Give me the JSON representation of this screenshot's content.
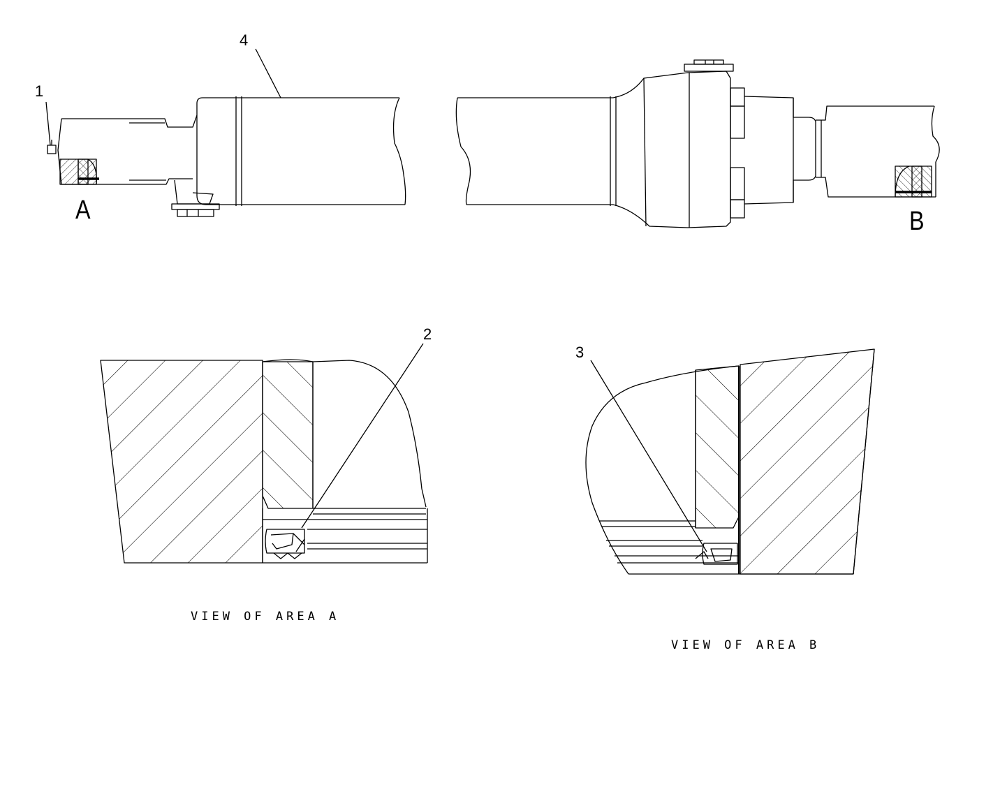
{
  "callouts": {
    "c1": "1",
    "c2": "2",
    "c3": "3",
    "c4": "4"
  },
  "areas": {
    "a": "A",
    "b": "B"
  },
  "captions": {
    "view_a": "VIEW OF AREA A",
    "view_b": "VIEW OF AREA B"
  },
  "colors": {
    "line": "#000000",
    "background": "#ffffff"
  }
}
